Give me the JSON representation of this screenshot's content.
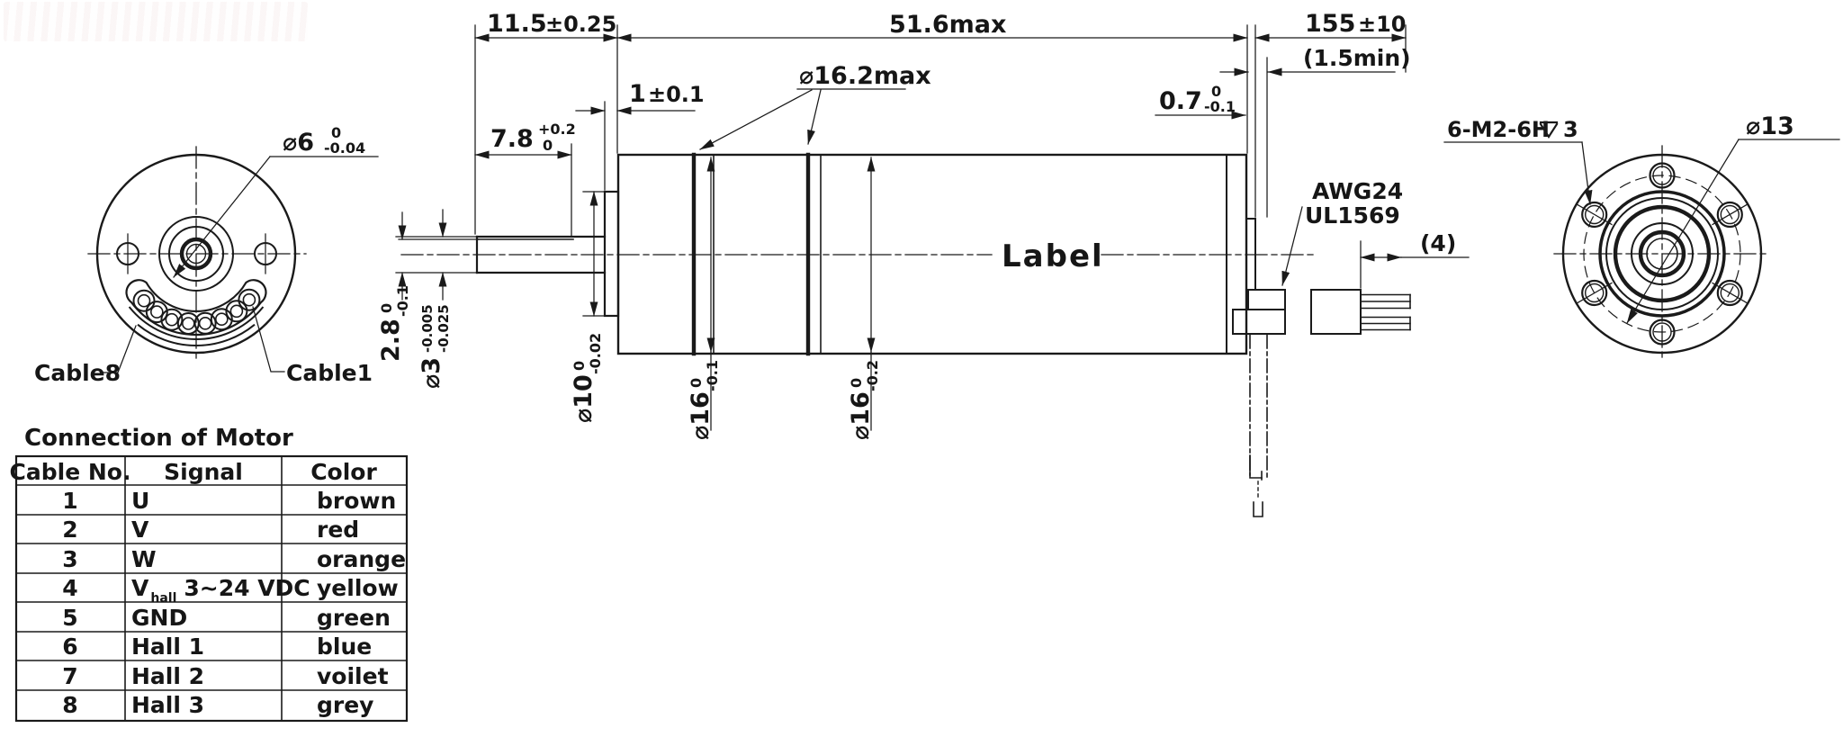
{
  "colors": {
    "ink": "#1a1a1a",
    "bg": "#ffffff"
  },
  "side_view": {
    "label": "Label",
    "cable_spec": {
      "line1": "AWG24",
      "line2": "UL1569"
    },
    "dims": {
      "pinion": {
        "value": "11.5",
        "tol": "±0.25"
      },
      "body_len": {
        "value": "51.6max"
      },
      "cable_len": {
        "value": "155",
        "tol": "±10"
      },
      "cable_min": {
        "value": "(1.5min)"
      },
      "rear_step": {
        "value": "0.7",
        "tol_top": "0",
        "tol_bot": "-0.1"
      },
      "boss_len": {
        "value": "1",
        "tol": "±0.1"
      },
      "flat_len": {
        "value": "7.8",
        "tol_top": "+0.2",
        "tol_bot": "0"
      },
      "gear_od": {
        "value": "⌀16.2max"
      },
      "flat_height": {
        "value": "2.8",
        "tol_top": "0",
        "tol_bot": "-0.1"
      },
      "shaft_dia": {
        "value": "⌀3",
        "tol_top": "-0.005",
        "tol_bot": "-0.025"
      },
      "boss_dia": {
        "value": "⌀10",
        "tol_top": "0",
        "tol_bot": "-0.02"
      },
      "front_od": {
        "value": "⌀16",
        "tol_top": "0",
        "tol_bot": "-0.1"
      },
      "body_od": {
        "value": "⌀16",
        "tol_top": "0",
        "tol_bot": "-0.2"
      },
      "strip_len": {
        "value": "(4)"
      }
    }
  },
  "rear_view": {
    "hub_dia": {
      "value": "⌀6",
      "tol_top": "0",
      "tol_bot": "-0.04"
    },
    "cable8": "Cable8",
    "cable1": "Cable1"
  },
  "front_view": {
    "thread": {
      "prefix": "6-M2-6H",
      "depth": "3"
    },
    "bolt_circle": {
      "value": "⌀13"
    }
  },
  "table": {
    "title": "Connection of Motor",
    "headers": [
      "Cable No.",
      "Signal",
      "Color"
    ],
    "rows": [
      {
        "no": "1",
        "signal": "U",
        "sub": "",
        "rest": "",
        "color": "brown"
      },
      {
        "no": "2",
        "signal": "V",
        "sub": "",
        "rest": "",
        "color": "red"
      },
      {
        "no": "3",
        "signal": "W",
        "sub": "",
        "rest": "",
        "color": "orange"
      },
      {
        "no": "4",
        "signal": "V",
        "sub": "hall",
        "rest": "3~24 VDC",
        "color": "yellow"
      },
      {
        "no": "5",
        "signal": "GND",
        "sub": "",
        "rest": "",
        "color": "green"
      },
      {
        "no": "6",
        "signal": "Hall 1",
        "sub": "",
        "rest": "",
        "color": "blue"
      },
      {
        "no": "7",
        "signal": "Hall 2",
        "sub": "",
        "rest": "",
        "color": "voilet"
      },
      {
        "no": "8",
        "signal": "Hall 3",
        "sub": "",
        "rest": "",
        "color": "grey"
      }
    ]
  }
}
